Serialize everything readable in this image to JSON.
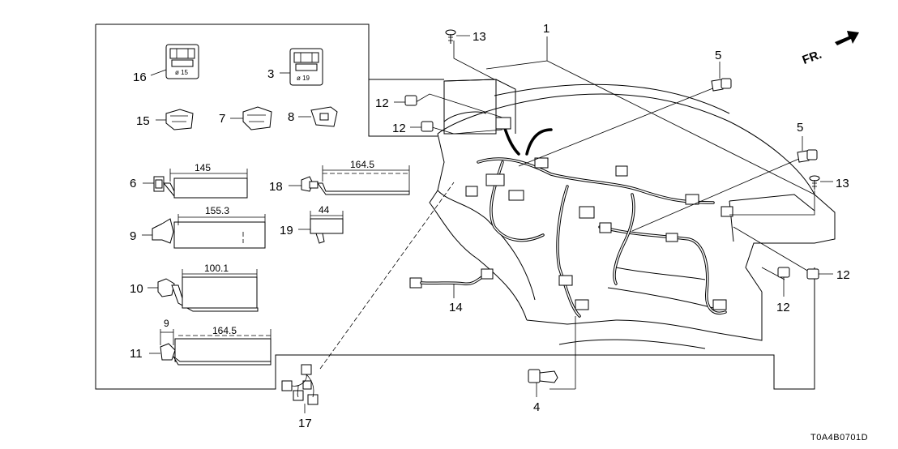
{
  "diagram_code": "T0A4B0701D",
  "front_arrow_label": "FR.",
  "callouts": {
    "c1": "1",
    "c3": "3",
    "c4": "4",
    "c5a": "5",
    "c5b": "5",
    "c6": "6",
    "c7": "7",
    "c8": "8",
    "c9": "9",
    "c10": "10",
    "c11": "11",
    "c12a": "12",
    "c12b": "12",
    "c12c": "12",
    "c12d": "12",
    "c13a": "13",
    "c13b": "13",
    "c14": "14",
    "c15": "15",
    "c16": "16",
    "c17": "17",
    "c18": "18",
    "c19": "19"
  },
  "dimensions": {
    "d6": "145",
    "d18": "164.5",
    "d9": "155.3",
    "d19": "44",
    "d10": "100.1",
    "d11_offset": "9",
    "d11": "164.5"
  },
  "grommet_labels": {
    "g16": "ø 15",
    "g3": "ø 19"
  }
}
